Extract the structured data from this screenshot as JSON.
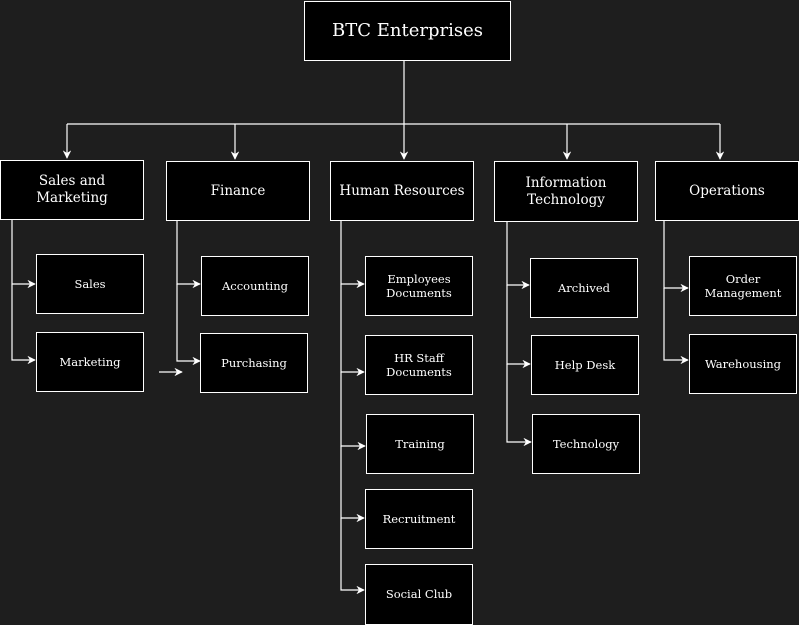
{
  "diagram": {
    "root": {
      "label": "BTC Enterprises"
    },
    "departments": [
      {
        "label": "Sales and Marketing",
        "children": [
          "Sales",
          "Marketing"
        ]
      },
      {
        "label": "Finance",
        "children": [
          "Accounting",
          "Purchasing"
        ]
      },
      {
        "label": "Human Resources",
        "children": [
          "Employees Documents",
          "HR Staff Documents",
          "Training",
          "Recruitment",
          "Social Club"
        ]
      },
      {
        "label": "Information Technology",
        "children": [
          "Archived",
          "Help Desk",
          "Technology"
        ]
      },
      {
        "label": "Operations",
        "children": [
          "Order Management",
          "Warehousing"
        ]
      }
    ]
  },
  "colors": {
    "background": "#1e1e1e",
    "node_fill": "#000000",
    "stroke": "#ffffff",
    "text": "#ffffff"
  }
}
